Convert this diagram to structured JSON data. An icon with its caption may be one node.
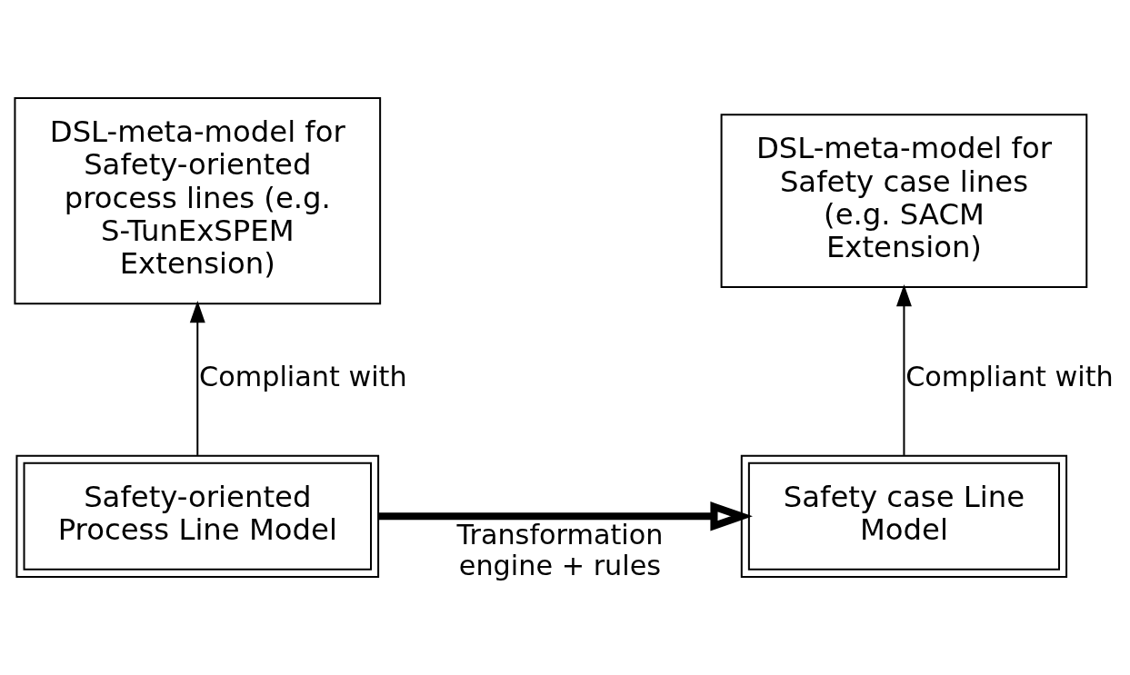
{
  "diagram": {
    "nodes": [
      {
        "text": [
          "DSL-meta-model for Safety-oriented process lines (e.g. S-TunExSPEM Extension)"
        ]
      },
      {
        "text": [
          "DSL-meta-model for Safety case lines (e.g. SACM Extension)"
        ]
      },
      {
        "text": [
          "Safety-oriented Process Line Model"
        ]
      },
      {
        "text": [
          "Safety case Line Model"
        ]
      }
    ],
    "edges": [
      {
        "from": 2,
        "to": 0,
        "arrow": "to",
        "label": "Compliant with"
      },
      {
        "from": 3,
        "to": 1,
        "arrow": "to",
        "label": "Compliant with"
      },
      {
        "from": 2,
        "to": 3,
        "arrow": "to",
        "label": "Transformation engine + rules",
        "style": "thick"
      }
    ]
  }
}
